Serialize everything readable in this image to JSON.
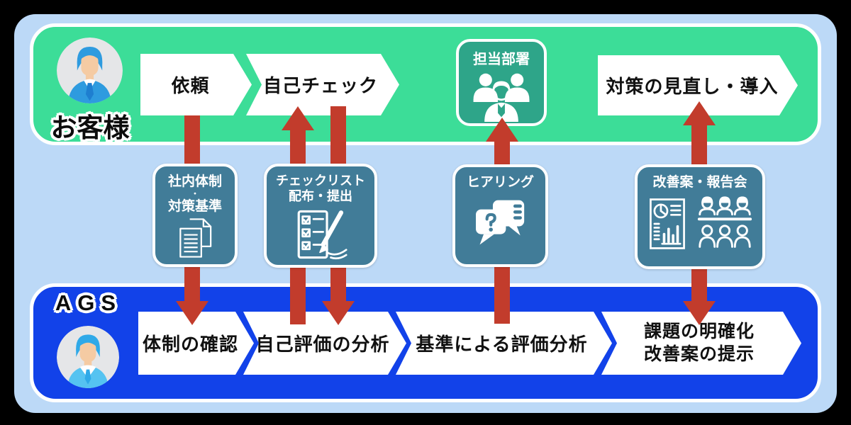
{
  "lanes": {
    "customer": {
      "label": "お客様"
    },
    "ags": {
      "label": "AGS"
    }
  },
  "customer_steps": {
    "request": "依頼",
    "self_check": "自己チェック",
    "review": "対策の見直し・導入"
  },
  "dept_box": {
    "label": "担当部署"
  },
  "ags_steps": {
    "confirm": "体制の確認",
    "analyze_self": "自己評価の分析",
    "analyze_standard": "基準による評価分析",
    "clarify_line1": "課題の明確化",
    "clarify_line2": "改善案の提示"
  },
  "mid_boxes": {
    "internal": {
      "line1": "社内体制",
      "line2": "・",
      "line3": "対策基準"
    },
    "checklist": {
      "line1": "チェックリスト",
      "line2": "配布・提出"
    },
    "hearing": {
      "label": "ヒアリング"
    },
    "report": {
      "label": "改善案・報告会"
    }
  },
  "colors": {
    "outer_background": "#000000",
    "panel_background": "#BCD9F7",
    "customer_band": "#3CDD98",
    "ags_band": "#1242E9",
    "step_background": "#FFFFFF",
    "teal_box": "#417C98",
    "department_box": "#2EA589",
    "arrow_red": "#C23C2C"
  }
}
